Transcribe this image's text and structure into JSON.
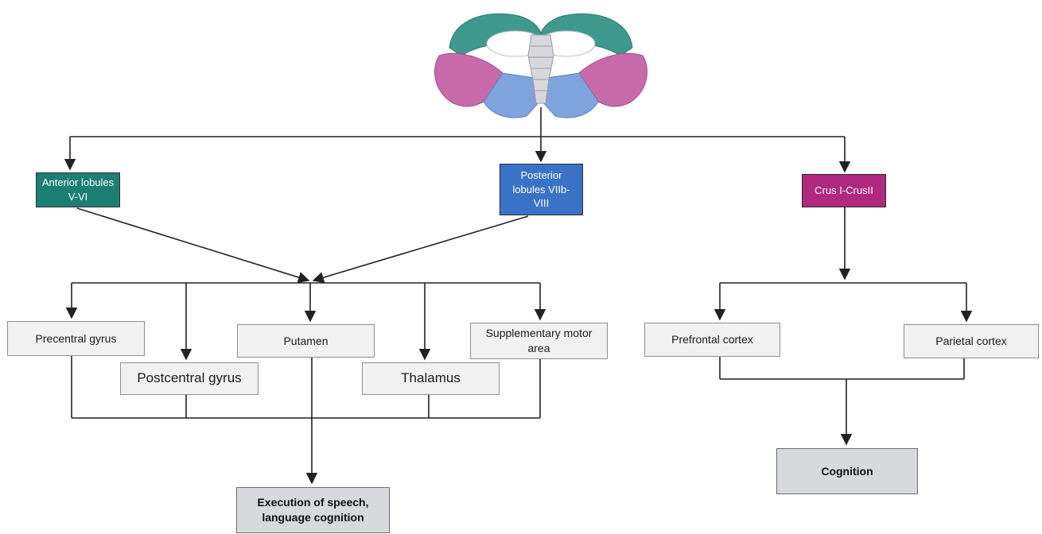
{
  "colors": {
    "anterior": "#1d7f72",
    "posterior": "#3a72c8",
    "crus": "#b0297f",
    "region_box": "#f1f1f1",
    "outcome_box": "#d7d9dc",
    "connector": "#222222"
  },
  "icon": "cerebellum-illustration",
  "subdivisions": {
    "anterior": "Anterior lobules V-VI",
    "posterior": "Posterior lobules VIIb-VIII",
    "crus": "Crus I-CrusII"
  },
  "motor_regions": {
    "precentral": "Precentral gyrus",
    "postcentral": "Postcentral gyrus",
    "putamen": "Putamen",
    "thalamus": "Thalamus",
    "sma": "Supplementary motor area"
  },
  "cognitive_regions": {
    "prefrontal": "Prefrontal cortex",
    "parietal": "Parietal cortex"
  },
  "outcomes": {
    "speech": "Execution of speech, language cognition",
    "cognition": "Cognition"
  }
}
